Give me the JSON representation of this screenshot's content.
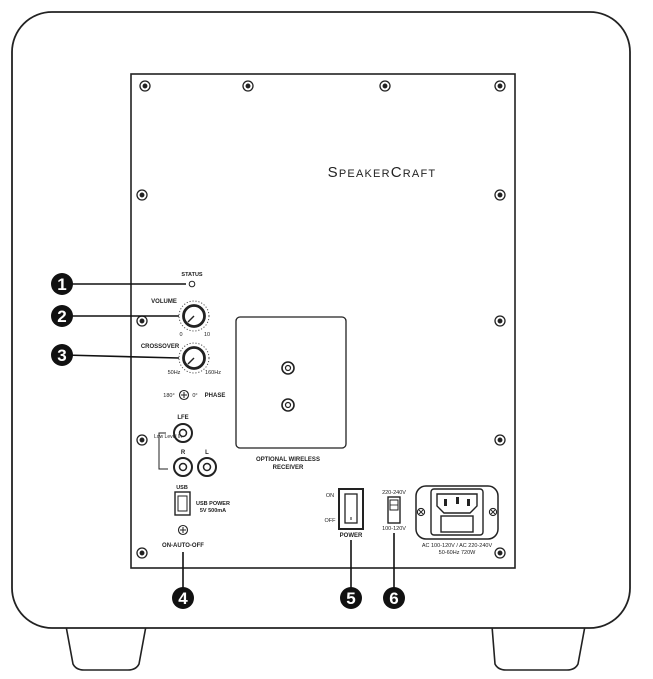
{
  "brand": "SpeakerCraft",
  "controls": {
    "status": "STATUS",
    "volume": "VOLUME",
    "volume_min": "0",
    "volume_max": "10",
    "crossover": "CROSSOVER",
    "crossover_min": "50Hz",
    "crossover_max": "160Hz",
    "phase": "PHASE",
    "phase_180": "180°",
    "phase_0": "0°",
    "lfe": "LFE",
    "low_level_in": "Low Level In",
    "right": "R",
    "left": "L",
    "usb": "USB",
    "usb_power_line1": "USB POWER",
    "usb_power_line2": "5V 500mA",
    "on_auto_off": "ON-AUTO-OFF",
    "wireless_line1": "OPTIONAL WIRELESS",
    "wireless_line2": "RECEIVER",
    "power_on": "ON",
    "power_off": "OFF",
    "power": "POWER",
    "voltage_high": "220-240V",
    "voltage_low": "100-120V",
    "ac_line1": "AC 100-120V / AC 220-240V",
    "ac_line2": "50-60Hz 720W"
  },
  "callouts": [
    "1",
    "2",
    "3",
    "4",
    "5",
    "6"
  ]
}
